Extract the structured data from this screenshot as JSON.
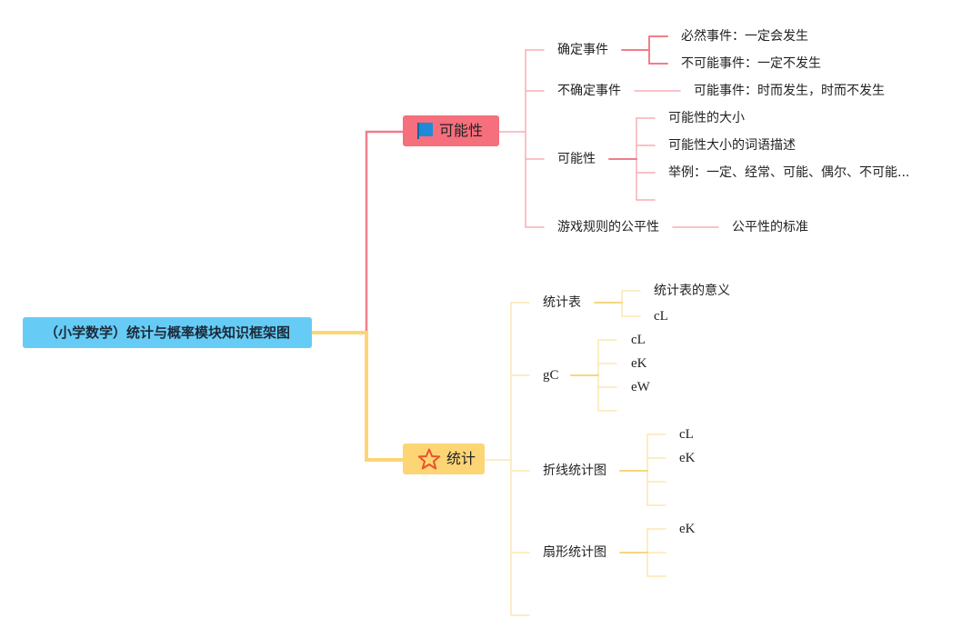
{
  "root": {
    "label": "（小学数学）统计与概率模块知识框架图"
  },
  "branches": {
    "possibility": {
      "label": "可能性",
      "icon": "flag-icon",
      "color": "#f56f7c",
      "children": [
        {
          "label": "确定事件",
          "children": [
            {
              "label": "必然事件：一定会发生"
            },
            {
              "label": "不可能事件：一定不发生"
            }
          ]
        },
        {
          "label": "不确定事件",
          "children": [
            {
              "label": "可能事件：时而发生，时而不发生"
            }
          ]
        },
        {
          "label": "可能性",
          "children": [
            {
              "label": "可能性的大小"
            },
            {
              "label": "可能性大小的词语描述"
            },
            {
              "label": "举例：一定、经常、可能、偶尔、不可能..."
            },
            {
              "label": ""
            }
          ]
        },
        {
          "label": "游戏规则的公平性",
          "children": [
            {
              "label": "公平性的标准"
            }
          ]
        }
      ]
    },
    "statistics": {
      "label": "统计",
      "icon": "star-icon",
      "color": "#fdd575",
      "children": [
        {
          "label": "统计表",
          "children": [
            {
              "label": "统计表的意义"
            },
            {
              "label": "cL"
            }
          ]
        },
        {
          "label": "gC",
          "children": [
            {
              "label": "cL"
            },
            {
              "label": "eK"
            },
            {
              "label": "eW"
            },
            {
              "label": ""
            }
          ]
        },
        {
          "label": "折线统计图",
          "children": [
            {
              "label": "cL"
            },
            {
              "label": "eK"
            },
            {
              "label": ""
            },
            {
              "label": ""
            }
          ]
        },
        {
          "label": "扇形统计图",
          "children": [
            {
              "label": "eK"
            },
            {
              "label": ""
            },
            {
              "label": ""
            }
          ]
        },
        {
          "label": ""
        }
      ]
    }
  }
}
